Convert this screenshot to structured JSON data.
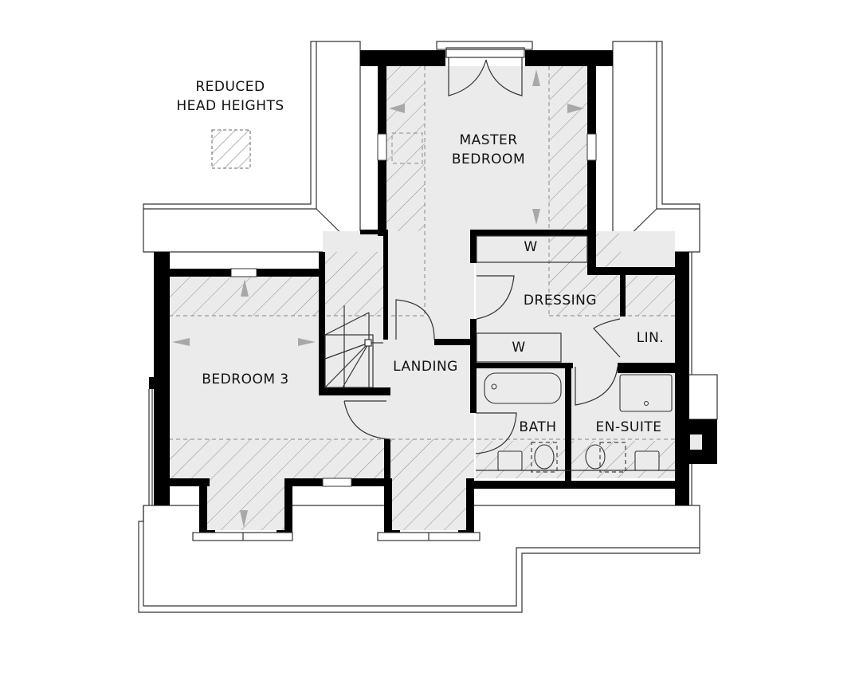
{
  "legend": {
    "title_line1": "REDUCED",
    "title_line2": "HEAD HEIGHTS",
    "swatch_icon": "hatched-area-icon"
  },
  "rooms": {
    "master_bedroom_line1": "MASTER",
    "master_bedroom_line2": "BEDROOM",
    "dressing": "DRESSING",
    "wardrobe_upper": "W",
    "wardrobe_lower": "W",
    "linen": "LIN.",
    "landing": "LANDING",
    "bedroom3": "BEDROOM 3",
    "bath": "BATH",
    "ensuite": "EN-SUITE"
  },
  "colors": {
    "floor": "#ebebeb",
    "wall": "#000000",
    "hatch": "#9a9a9a",
    "arrow": "#a8a8a8"
  }
}
